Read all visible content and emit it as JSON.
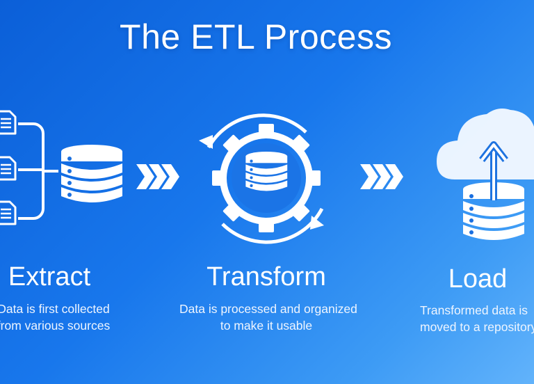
{
  "title": "The ETL Process",
  "steps": [
    {
      "name": "extract",
      "heading": "Extract",
      "desc": [
        "Data is first collected",
        "from various sources"
      ],
      "icon": "documents-to-database-icon"
    },
    {
      "name": "transform",
      "heading": "Transform",
      "desc": [
        "Data is processed and organized",
        "to make it usable"
      ],
      "icon": "gear-database-cycle-icon"
    },
    {
      "name": "load",
      "heading": "Load",
      "desc": [
        "Transformed data is",
        "moved to a repository"
      ],
      "icon": "cloud-upload-database-icon"
    }
  ],
  "colors": {
    "background_start": "#0b5fd8",
    "background_end": "#62b3fb",
    "foreground": "#ffffff"
  }
}
